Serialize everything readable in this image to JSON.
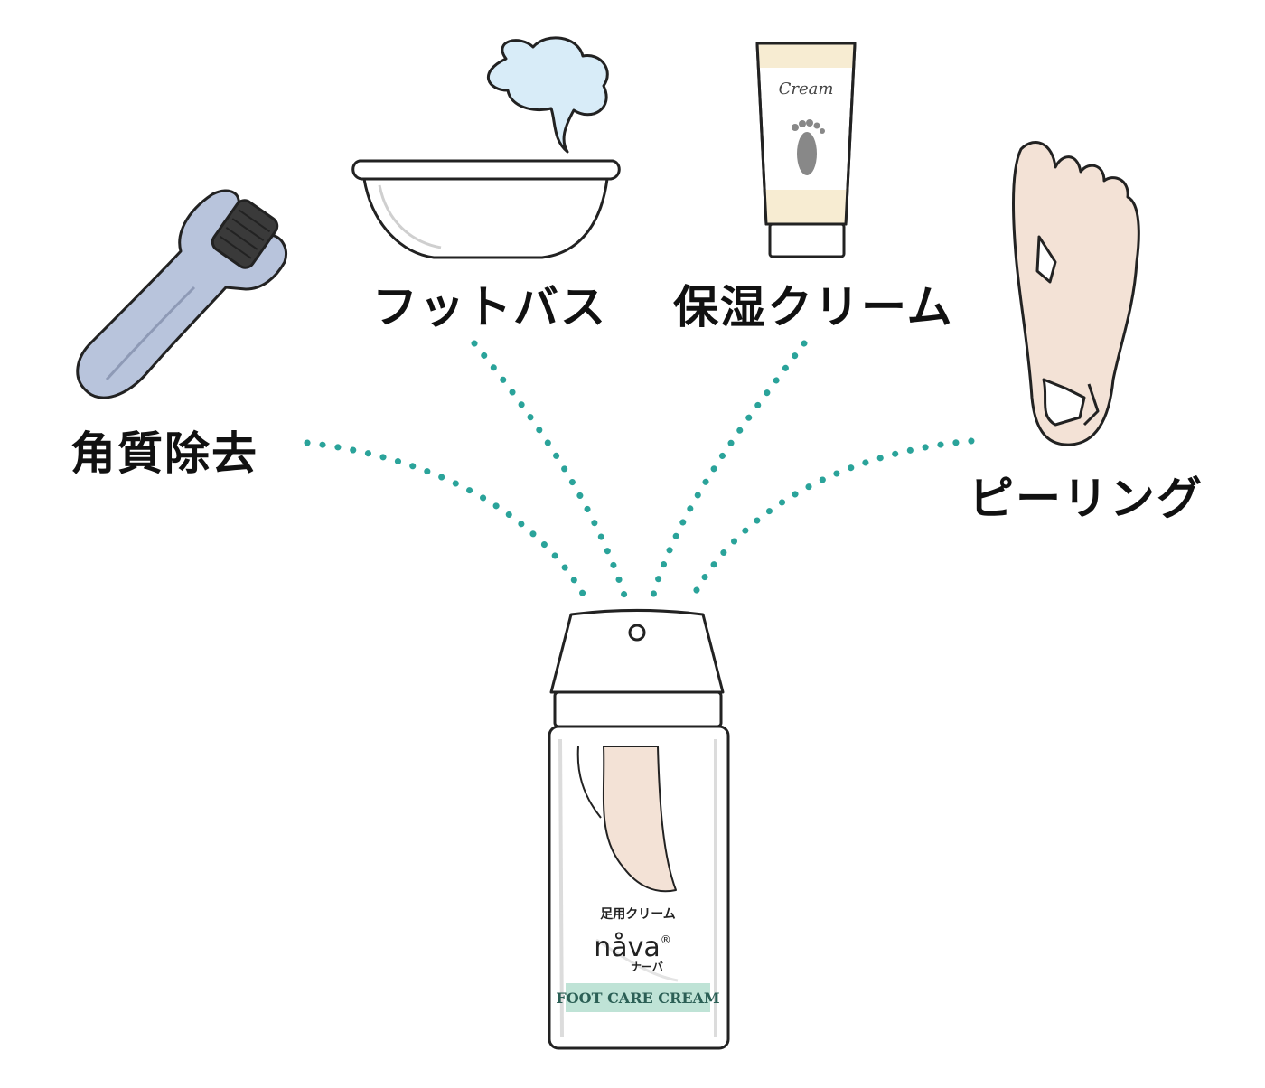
{
  "labels": {
    "callus_removal": "角質除去",
    "foot_bath": "フットバス",
    "moisturizing_cream": "保湿クリーム",
    "peeling": "ピーリング"
  },
  "tube": {
    "label": "Cream"
  },
  "product": {
    "category": "足用クリーム",
    "brand": "nåva",
    "registered_mark": "®",
    "brand_kana": "ナーバ",
    "band_text": "FOOT CARE CREAM",
    "band_color": "#bfe3d6"
  },
  "colors": {
    "dots": "#2aa39a",
    "roller_body": "#b8c4dc",
    "foot_skin": "#f3e2d6",
    "steam": "#d8ecf8",
    "tube_cap_band": "#f7ecd2"
  }
}
